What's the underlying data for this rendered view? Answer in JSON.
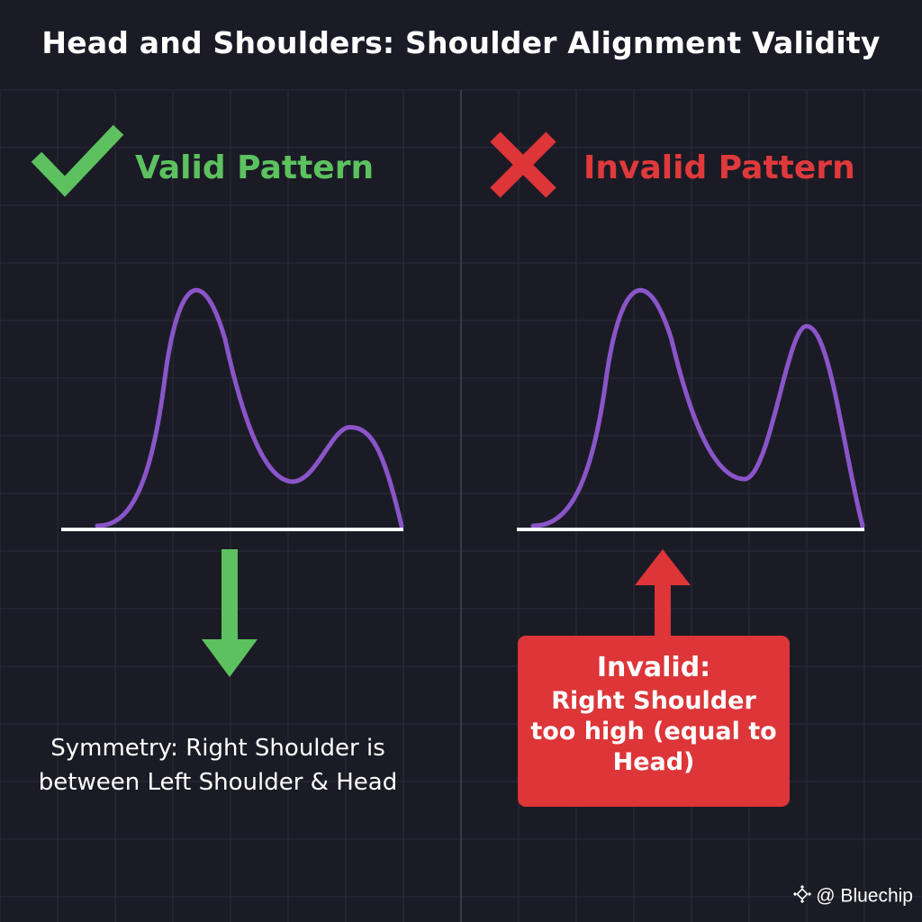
{
  "title": "Head and Shoulders: Shoulder Alignment Validity",
  "panels": {
    "valid": {
      "heading": "Valid Pattern",
      "caption": "Symmetry: Right Shoulder is between Left Shoulder & Head"
    },
    "invalid": {
      "heading": "Invalid Pattern",
      "callout_title": "Invalid:",
      "callout_body": "Right Shoulder too high (equal to Head)"
    }
  },
  "watermark": "@ Bluechip",
  "colors": {
    "background": "#1b1b26",
    "grid": "#2c2c3a",
    "divider": "#3a3a48",
    "curve": "#8a55c8",
    "baseline": "#ffffff",
    "valid": "#5cc15e",
    "invalid": "#dd3538"
  },
  "icons": {
    "valid": "check-icon",
    "invalid": "x-icon",
    "valid_arrow": "arrow-down-icon",
    "invalid_arrow": "arrow-up-icon"
  },
  "chart_data": [
    {
      "type": "line",
      "title": "",
      "xlabel": "",
      "ylabel": "",
      "x": [
        0,
        1,
        2,
        3,
        4,
        5,
        6,
        7,
        8
      ],
      "series": [
        {
          "values": [
            0,
            0.1,
            1,
            0.3,
            0.17,
            0.38,
            0,
            0,
            0
          ]
        }
      ],
      "ylim": [
        0,
        1
      ]
    },
    {
      "type": "line",
      "title": "",
      "xlabel": "",
      "ylabel": "",
      "x": [
        0,
        1,
        2,
        3,
        4,
        5,
        6,
        7,
        8
      ],
      "series": [
        {
          "values": [
            0,
            0.1,
            1,
            0.3,
            0.18,
            0.77,
            0,
            0,
            0
          ]
        }
      ],
      "ylim": [
        0,
        1
      ]
    }
  ]
}
